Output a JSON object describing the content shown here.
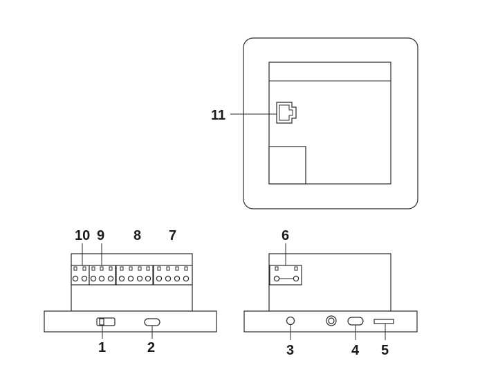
{
  "callouts": {
    "c1": "1",
    "c2": "2",
    "c3": "3",
    "c4": "4",
    "c5": "5",
    "c6": "6",
    "c7": "7",
    "c8": "8",
    "c9": "9",
    "c10": "10",
    "c11": "11"
  },
  "colors": {
    "line": "#2a2a2a",
    "background": "#ffffff",
    "text": "#1a1a1a"
  }
}
